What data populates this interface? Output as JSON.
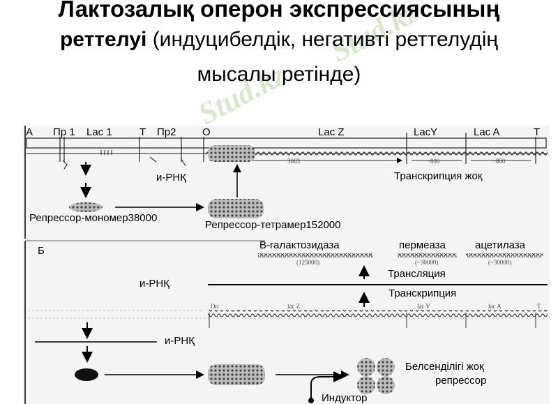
{
  "title": {
    "line1": "Лактозалық оперон экспрессиясының",
    "line2_bold": "реттелуі",
    "line2_rest": " (индуцибелдік, негативті реттелудің",
    "line3": "мысалы ретінде)"
  },
  "panel_a": {
    "letter": "А",
    "genes": [
      "Пр 1",
      "Lac 1",
      "Т",
      "Пр2",
      "О",
      "Lac Z",
      "LacY",
      "Lac A",
      "Т"
    ],
    "sizes": [
      "3063",
      "~800",
      "~800"
    ],
    "mrna": "и-РНҚ",
    "no_transcription": "Транскрипция жоқ",
    "monomer": "Репрессор-мономер38000",
    "tetramer": "Репрессор-тетрамер152000"
  },
  "panel_b": {
    "letter": "Б",
    "enzymes": [
      "В-галактозидаза",
      "пермеаза",
      "ацетилаза"
    ],
    "masses": [
      "(125000)",
      "(~30000)",
      "(~30000)"
    ],
    "translation": "Трансляция",
    "mrna": "и-РНҚ",
    "transcription": "Транскрипция",
    "genes": [
      "Оп",
      "lac Z",
      "lac Y",
      "lac A",
      "T"
    ],
    "mrna2": "и-РНҚ",
    "inactive": [
      "Белсенділігі жоқ",
      "репрессор"
    ],
    "inducer": "Индуктор"
  },
  "watermark": "Stud.kz"
}
